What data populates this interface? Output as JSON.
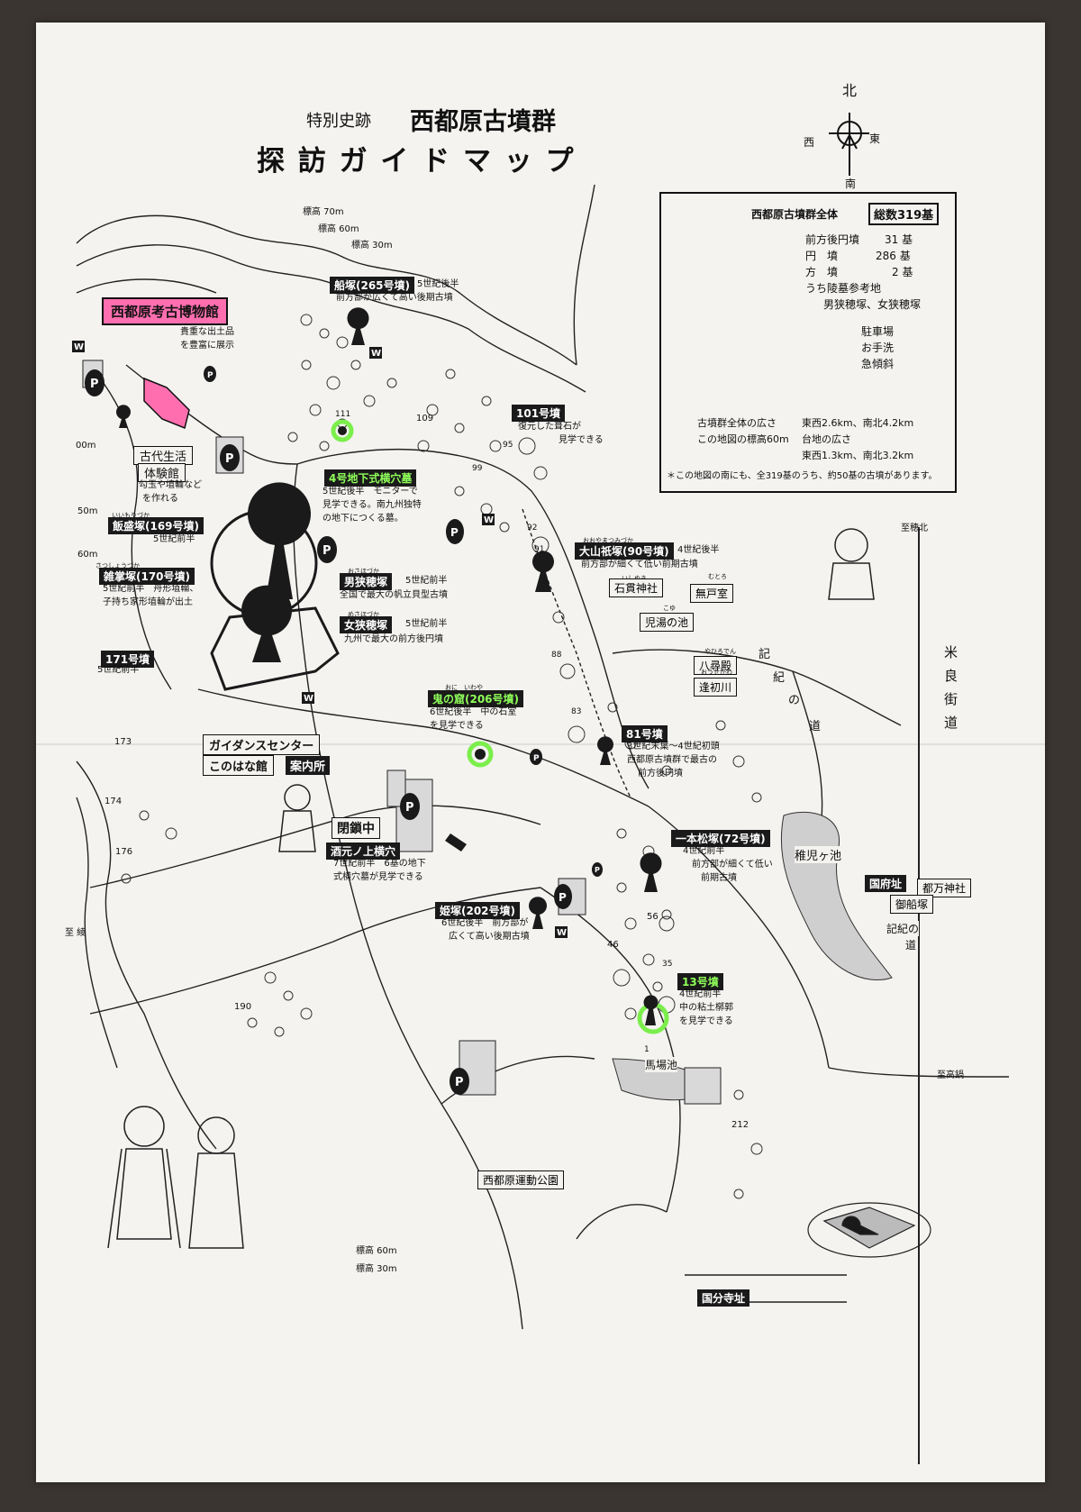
{
  "header": {
    "pretitle": "特別史跡",
    "title": "西都原古墳群",
    "subtitle": "探 訪 ガ イ ド マ ッ プ"
  },
  "compass": {
    "north": "北",
    "south": "南",
    "east": "東",
    "west": "西"
  },
  "legend": {
    "heading": "西都原古墳群全体",
    "total_badge": "総数319基",
    "counts": [
      {
        "type": "前方後円墳",
        "num": "31 基"
      },
      {
        "type": "円　墳",
        "num": "286 基"
      },
      {
        "type": "方　墳",
        "num": "2 基"
      }
    ],
    "ryobo_title": "うち陵墓参考地",
    "ryobo_names": "男狭穂塚、女狭穂塚",
    "symbols": [
      {
        "icon": "parking-icon",
        "glyph": "P",
        "label": "駐車場"
      },
      {
        "icon": "toilet-icon",
        "glyph": "W",
        "label": "お手洗"
      },
      {
        "icon": "steep-slope-icon",
        "glyph": "",
        "label": "急傾斜"
      }
    ],
    "area_title": "古墳群全体の広さ",
    "area_value": "東西2.6km、南北4.2km",
    "elev_title": "この地図の標高60m",
    "elev_sub": "台地の広さ",
    "elev_value": "東西1.3km、南北3.2km",
    "note": "＊この地図の南にも、全319基のうち、約50基の古墳があります。"
  },
  "elevation": {
    "e70": "標高 70m",
    "e60": "標高 60m",
    "e30": "標高 30m",
    "s60": "標高 60m",
    "s30": "標高 30m"
  },
  "museum": {
    "name": "西都原考古博物館",
    "desc1": "貴重な出土品",
    "desc2": "を豊富に展示"
  },
  "kodai": {
    "l1": "古代生活",
    "l2": "体験館",
    "desc1": "勾玉や埴輪など",
    "desc2": "を作れる"
  },
  "left_edge": {
    "a": "00m",
    "b": "50m",
    "c": "60m"
  },
  "mounds": {
    "funazuka": {
      "name": "船塚(265号墳)",
      "era": "5世紀後半",
      "desc": "前方部が広くて高い後期古墳"
    },
    "iimorizuka": {
      "ruby": "いいもりづか",
      "name": "飯盛塚(169号墳)",
      "era": "5世紀前半"
    },
    "sesaku": {
      "ruby": "さつしょうづか",
      "name": "雑掌塚(170号墳)",
      "desc1": "5世紀前半　舟形埴輪、",
      "desc2": "子持ち家形埴輪が出土"
    },
    "n171": {
      "name": "171号墳",
      "era": "5世紀前半"
    },
    "osaho": {
      "ruby": "おさほづか",
      "name": "男狭穂塚",
      "era": "5世紀前半",
      "desc": "全国で最大の帆立貝型古墳"
    },
    "mesaho": {
      "ruby": "めさほづか",
      "name": "女狭穂塚",
      "era": "5世紀前半",
      "desc": "九州で最大の前方後円墳"
    },
    "n4": {
      "name": "4号地下式横穴墓",
      "desc1": "5世紀後半　モニターで",
      "desc2": "見学できる。南九州独特",
      "desc3": "の地下につくる墓。"
    },
    "n101": {
      "name": "101号墳",
      "desc1": "復元した葺石が",
      "desc2": "見学できる"
    },
    "oyamatsuka": {
      "ruby": "おおやまつみづか",
      "name": "大山祇塚(90号墳)",
      "era": "4世紀後半",
      "desc": "前方部が細くて低い前期古墳"
    },
    "oninoiwaya": {
      "ruby": "おに　いわや",
      "name": "鬼の窟(206号墳)",
      "desc1": "6世紀後半　中の石室",
      "desc2": "を見学できる"
    },
    "n81": {
      "name": "81号墳",
      "desc1": "3世紀末葉～4世紀初頭",
      "desc2": "西都原古墳群で最古の",
      "desc3": "前方後円墳"
    },
    "ipponmatsu": {
      "name": "一本松塚(72号墳)",
      "era": "4世紀前半",
      "desc1": "前方部が細くて低い",
      "desc2": "前期古墳"
    },
    "sakamoto": {
      "name": "酒元ノ上横穴",
      "desc1": "7世紀前半　6基の地下",
      "desc2": "式横穴墓が見学できる"
    },
    "himezuka": {
      "name": "姫塚(202号墳)",
      "desc1": "6世紀後半　前方部が",
      "desc2": "広くて高い後期古墳"
    },
    "n13": {
      "name": "13号墳",
      "desc1": "4世紀前半",
      "desc2": "中の粘土槨郭",
      "desc3": "を見学できる"
    }
  },
  "guidance": {
    "l1": "ガイダンスセンター",
    "l2": "このはな館",
    "l3": "案内所"
  },
  "closed": "閉鎖中",
  "places": {
    "ishinuki": {
      "ruby": "いしぬき",
      "name": "石貫神社"
    },
    "mutoshitsu": {
      "ruby": "むとろ",
      "name": "無戸室"
    },
    "konoike": {
      "ruby": "こゆ",
      "name": "児湯の池"
    },
    "yahirodono": {
      "ruby": "やひろでん",
      "name": "八尋殿"
    },
    "osegawa": {
      "ruby": "おうせがわ",
      "name": "逢初川"
    },
    "chigogaike": {
      "name": "稚児ヶ池"
    },
    "kokufu": {
      "name": "国府址"
    },
    "tsuma": {
      "name": "都万神社"
    },
    "mifunezuka": {
      "name": "御船塚"
    },
    "babaike": {
      "name": "馬場池"
    },
    "undo": {
      "name": "西都原運動公園"
    },
    "kokubunji": {
      "name": "国分寺址"
    }
  },
  "roads": {
    "kiki1": "記",
    "kiki2": "紀",
    "kiki3": "の",
    "kiki4": "道",
    "kiki_south": "記紀の",
    "kiki_south2": "道",
    "mera": [
      "米",
      "良",
      "街",
      "道"
    ],
    "to_hotaka_north": "至穂北",
    "to_takanabe": "至高鍋",
    "to_aya": "至 綾"
  },
  "numbers": {
    "n111": "111",
    "n109": "109",
    "n99": "99",
    "n95": "95",
    "n92": "92",
    "n91": "91",
    "n88": "88",
    "n83": "83",
    "n173": "173",
    "n174": "174",
    "n176": "176",
    "n190": "190",
    "n56": "56",
    "n46": "46",
    "n35": "35",
    "n1": "1",
    "n212": "212"
  },
  "colors": {
    "highlight_green": "#7bee4c",
    "highlight_pink": "#ff6fb0",
    "ink": "#1a1a1a",
    "paper": "#f4f3f0"
  }
}
